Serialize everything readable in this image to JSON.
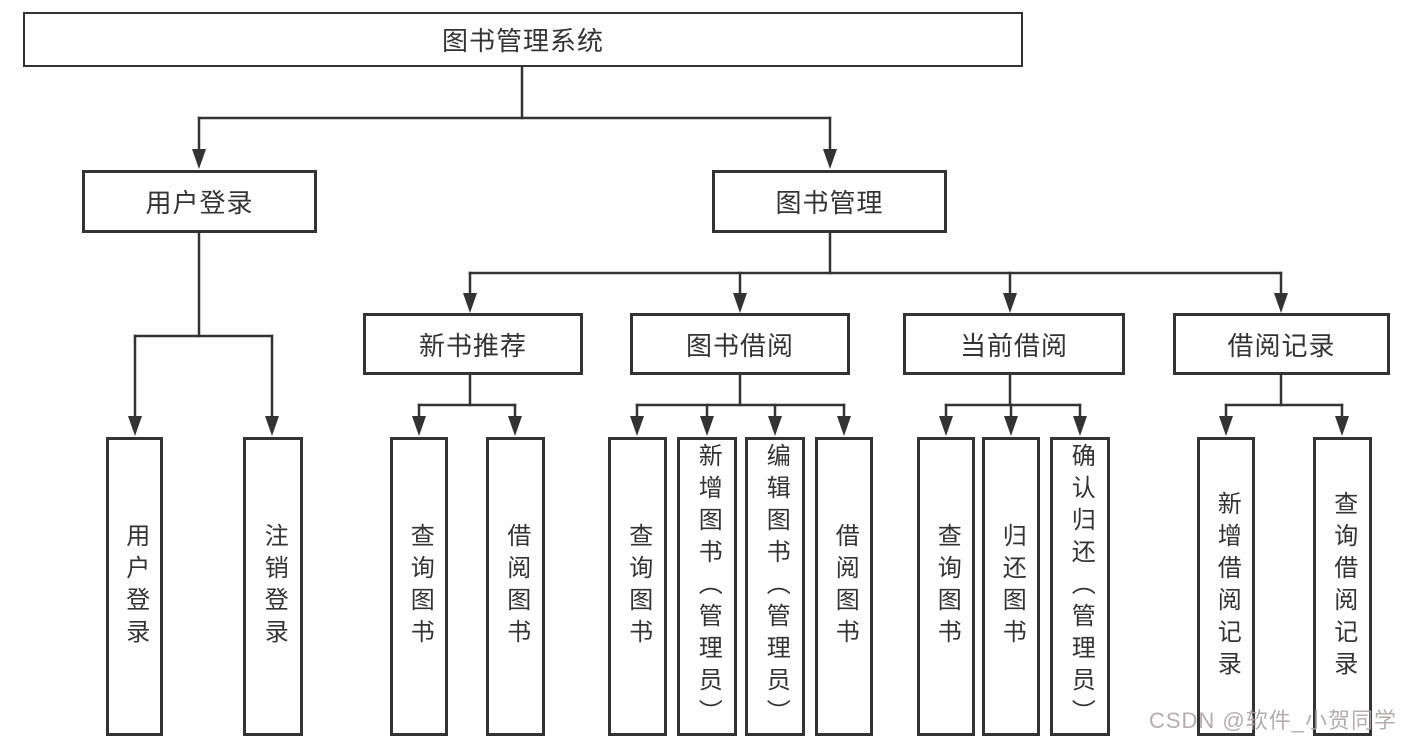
{
  "diagram": {
    "type": "hierarchy-tree",
    "root": {
      "label": "图书管理系统",
      "children": [
        {
          "label": "用户登录",
          "children": [
            {
              "label": "用户登录"
            },
            {
              "label": "注销登录"
            }
          ]
        },
        {
          "label": "图书管理",
          "children": [
            {
              "label": "新书推荐",
              "children": [
                {
                  "label": "查询图书"
                },
                {
                  "label": "借阅图书"
                }
              ]
            },
            {
              "label": "图书借阅",
              "children": [
                {
                  "label": "查询图书"
                },
                {
                  "label": "新增图书（管理员）"
                },
                {
                  "label": "编辑图书（管理员）"
                },
                {
                  "label": "借阅图书"
                }
              ]
            },
            {
              "label": "当前借阅",
              "children": [
                {
                  "label": "查询图书"
                },
                {
                  "label": "归还图书"
                },
                {
                  "label": "确认归还（管理员）"
                }
              ]
            },
            {
              "label": "借阅记录",
              "children": [
                {
                  "label": "新增借阅记录"
                },
                {
                  "label": "查询借阅记录"
                }
              ]
            }
          ]
        }
      ]
    }
  },
  "watermark": {
    "text": "CSDN @软件_小贺同学"
  },
  "colors": {
    "line": "#333333",
    "text": "#333333",
    "bg": "#ffffff",
    "watermark": "#ada5a5"
  }
}
